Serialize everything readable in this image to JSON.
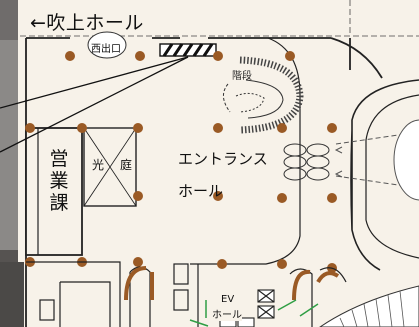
{
  "map": {
    "title_label": "←吹上ホール",
    "rooms": {
      "west_exit": "西出口",
      "stairs": "階段",
      "courtyard_1": "光",
      "courtyard_2": "庭",
      "sales_dept": "営業課",
      "entrance_1": "エントランス",
      "entrance_2": "ホール",
      "ev": "EV",
      "ev_hall": "ホール"
    },
    "colors": {
      "paper": "#f7f2e9",
      "wall": "#222222",
      "column": "#9a5a25",
      "photo_border": "#6f6c6b"
    }
  }
}
